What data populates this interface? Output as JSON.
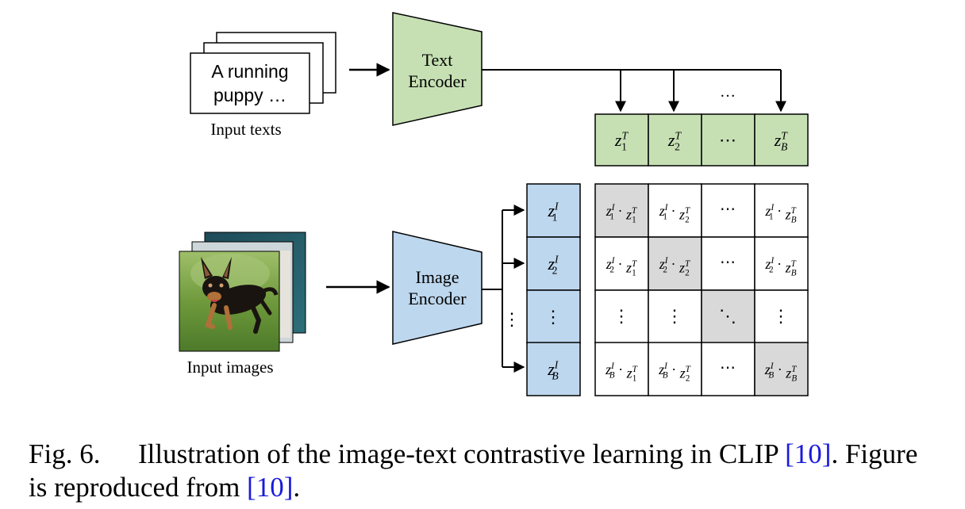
{
  "text_stack": {
    "line1": "A running",
    "line2": "puppy …",
    "label": "Input texts"
  },
  "image_stack": {
    "label": "Input images",
    "photo_description_icon": "dog-photo-icon"
  },
  "text_encoder": {
    "line1": "Text",
    "line2": "Encoder",
    "color": "#c6e0b4"
  },
  "image_encoder": {
    "line1": "Image",
    "line2": "Encoder",
    "color": "#bdd7ee"
  },
  "text_embeddings": {
    "labels": [
      {
        "base": "z",
        "sub": "1",
        "sup": "T"
      },
      {
        "base": "z",
        "sub": "2",
        "sup": "T"
      },
      {
        "base": "⋯"
      },
      {
        "base": "z",
        "sub": "B",
        "sup": "T"
      }
    ],
    "top_ellipsis": "…"
  },
  "image_embeddings": {
    "labels": [
      {
        "base": "z",
        "sub": "1",
        "sup": "I"
      },
      {
        "base": "z",
        "sub": "2",
        "sup": "I"
      },
      {
        "base": "⋮"
      },
      {
        "base": "z",
        "sub": "B",
        "sup": "I"
      }
    ],
    "side_ellipsis": "⋮"
  },
  "matrix": {
    "highlight_color": "#d9d9d9",
    "ellipsis_h": "⋯",
    "ellipsis_v": "⋮",
    "ellipsis_d": "⋱",
    "dot": "·"
  },
  "caption": {
    "fig_label": "Fig. 6.",
    "text1": "Illustration of the image-text contrastive learning in CLIP ",
    "ref1": "[10]",
    "text2": ". Figure",
    "text3": "is reproduced from ",
    "ref2": "[10]",
    "text4": "."
  }
}
